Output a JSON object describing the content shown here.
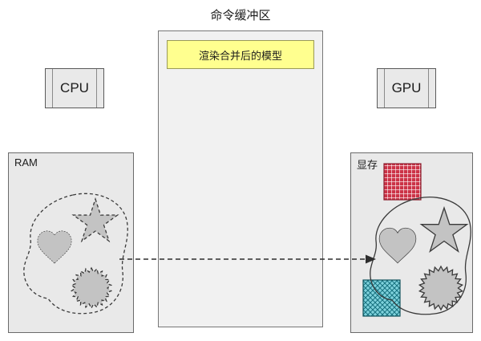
{
  "title": "命令缓冲区",
  "command_buffer": {
    "merged_model_label": "渲染合并后的模型"
  },
  "cpu": {
    "label": "CPU"
  },
  "gpu": {
    "label": "GPU"
  },
  "ram": {
    "label": "RAM"
  },
  "vram": {
    "label": "显存"
  },
  "colors": {
    "panel_bg": "#f1f1f1",
    "box_bg": "#e9e9e9",
    "highlight_yellow": "#ffff8f",
    "shape_fill": "#c3c3c3",
    "stroke_dark": "#3a3a3a",
    "stroke_mid": "#777777",
    "red_square": "#cc3347",
    "teal_square": "#49bccb"
  }
}
